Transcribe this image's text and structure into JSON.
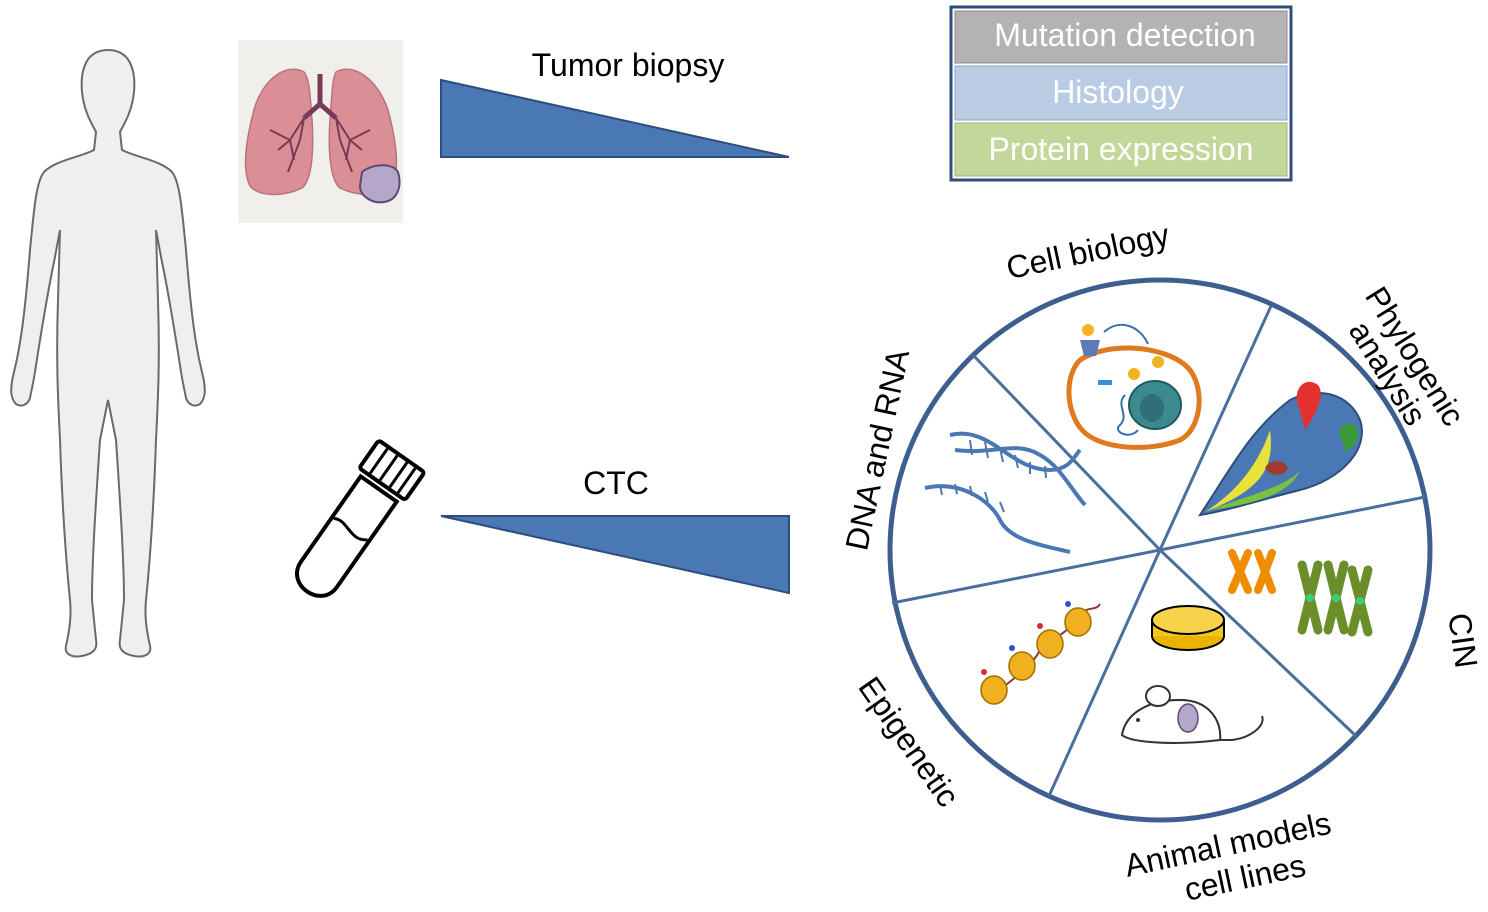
{
  "tumor_biopsy_label": "Tumor biopsy",
  "ctc_label": "CTC",
  "biopsy_results": [
    {
      "label": "Mutation detection",
      "color": "#b3b3b3"
    },
    {
      "label": "Histology",
      "color": "#b9cce4"
    },
    {
      "label": "Protein expression",
      "color": "#c4d79b"
    }
  ],
  "wheel_sectors": [
    {
      "id": "cell-biology",
      "lines": [
        "Cell biology"
      ]
    },
    {
      "id": "phylogenic-analysis",
      "lines": [
        "Phylogenic",
        "analysis"
      ]
    },
    {
      "id": "cin",
      "lines": [
        "CIN"
      ]
    },
    {
      "id": "animal-models",
      "lines": [
        "Animal models",
        "cell lines"
      ]
    },
    {
      "id": "epigenetic",
      "lines": [
        "Epigenetic"
      ]
    },
    {
      "id": "dna-rna",
      "lines": [
        "DNA and RNA"
      ]
    }
  ],
  "colors": {
    "wedge": "#4a78b5",
    "wheel_border": "#3d5f8f",
    "box_border": "#2e4d7a",
    "lung": "#d98f95"
  }
}
